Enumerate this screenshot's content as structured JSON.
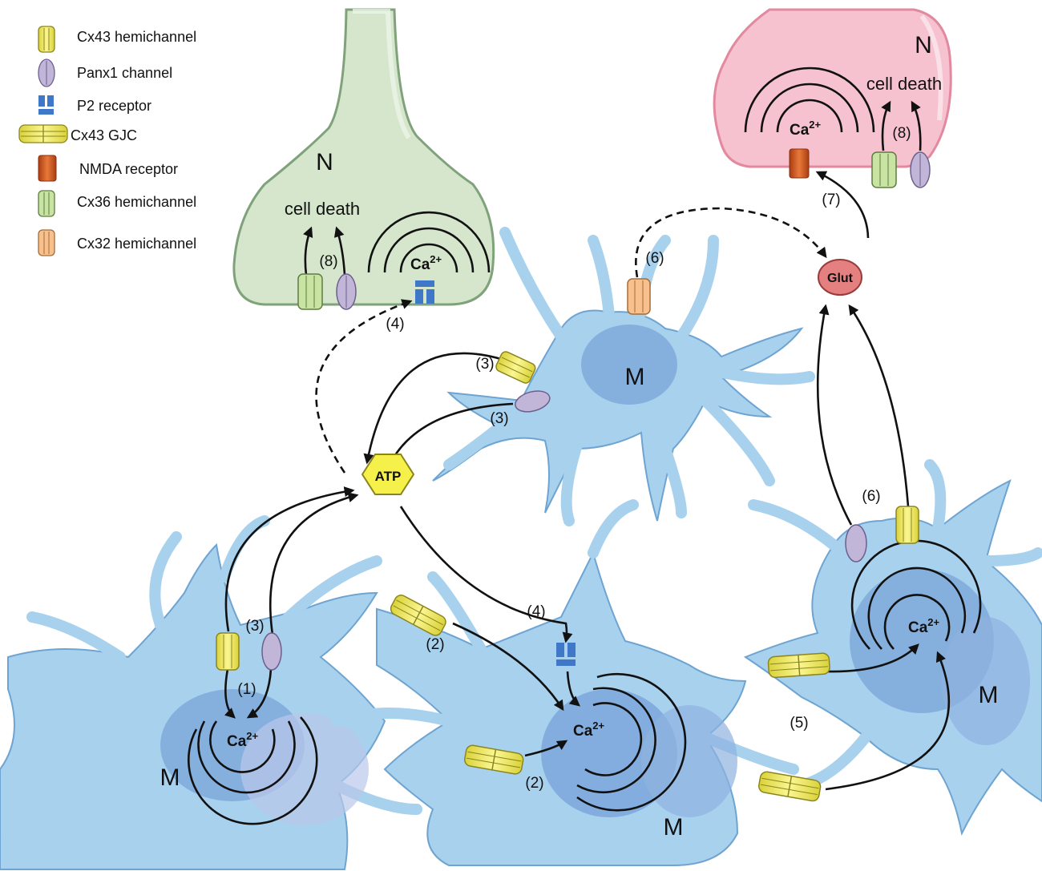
{
  "legend": [
    {
      "icon": "cx43-hemichannel-icon",
      "label": "Cx43 hemichannel",
      "color": "#f4ee6a"
    },
    {
      "icon": "panx1-channel-icon",
      "label": "Panx1 channel",
      "color": "#c2b6d8"
    },
    {
      "icon": "p2-receptor-icon",
      "label": "P2 receptor",
      "color": "#3f78c9"
    },
    {
      "icon": "cx43-gjc-icon",
      "label": "Cx43 GJC",
      "color": "#f4ee6a"
    },
    {
      "icon": "nmda-receptor-icon",
      "label": "NMDA receptor",
      "color": "#d2561f"
    },
    {
      "icon": "cx36-hemichannel-icon",
      "label": "Cx36 hemichannel",
      "color": "#c8e3a2"
    },
    {
      "icon": "cx32-hemichannel-icon",
      "label": "Cx32 hemichannel",
      "color": "#f7c08c"
    }
  ],
  "neurons": {
    "green": {
      "label": "N",
      "cell_death": "cell death",
      "step": "(8)",
      "calcium": "Ca",
      "calcium_charge": "2+",
      "color": "#d8e8d0"
    },
    "pink": {
      "label": "N",
      "cell_death": "cell death",
      "step": "(8)",
      "calcium": "Ca",
      "calcium_charge": "2+",
      "color": "#f7c5d0"
    }
  },
  "microglia": {
    "label_top": "M",
    "label_bottom_left": "M",
    "label_bottom_center": "M",
    "label_right": "M",
    "color": "#9fcbe9"
  },
  "molecules": {
    "atp": "ATP",
    "glut": "Glut"
  },
  "calcium": {
    "left": {
      "symbol": "Ca",
      "charge": "2+"
    },
    "center": {
      "symbol": "Ca",
      "charge": "2+"
    },
    "right": {
      "symbol": "Ca",
      "charge": "2+"
    }
  },
  "steps": {
    "s1": "(1)",
    "s2a": "(2)",
    "s2b": "(2)",
    "s3a": "(3)",
    "s3b": "(3)",
    "s3c": "(3)",
    "s4a": "(4)",
    "s4b": "(4)",
    "s5": "(5)",
    "s6a": "(6)",
    "s6b": "(6)",
    "s7": "(7)"
  }
}
